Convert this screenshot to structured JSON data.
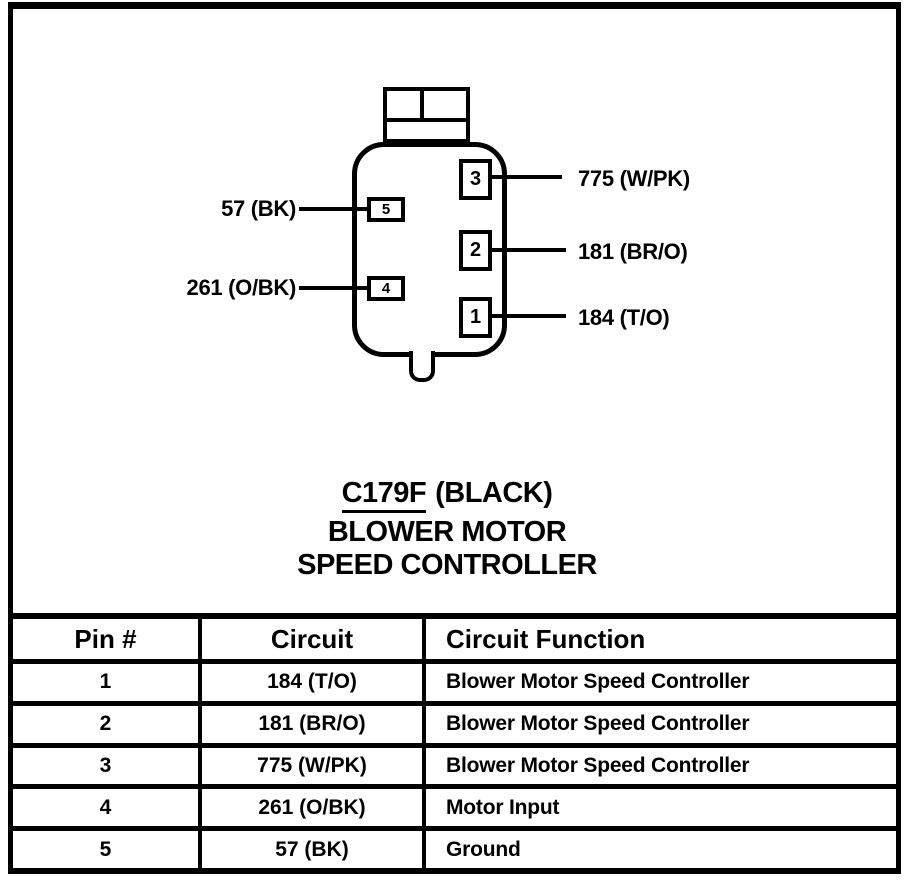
{
  "colors": {
    "ink": "#000000",
    "paper": "#ffffff"
  },
  "diagram": {
    "connector_label": "C179F",
    "connector_color": "(BLACK)",
    "title_line2": "BLOWER MOTOR",
    "title_line3": "SPEED CONTROLLER",
    "pins": {
      "right": [
        {
          "number": "3",
          "wire": "775 (W/PK)"
        },
        {
          "number": "2",
          "wire": "181 (BR/O)"
        },
        {
          "number": "1",
          "wire": "184 (T/O)"
        }
      ],
      "left": [
        {
          "number": "5",
          "wire": "57 (BK)"
        },
        {
          "number": "4",
          "wire": "261 (O/BK)"
        }
      ]
    }
  },
  "table": {
    "headers": [
      "Pin #",
      "Circuit",
      "Circuit Function"
    ],
    "rows": [
      {
        "pin": "1",
        "circuit": "184 (T/O)",
        "function": "Blower Motor Speed Controller"
      },
      {
        "pin": "2",
        "circuit": "181 (BR/O)",
        "function": "Blower Motor Speed Controller"
      },
      {
        "pin": "3",
        "circuit": "775 (W/PK)",
        "function": "Blower Motor Speed Controller"
      },
      {
        "pin": "4",
        "circuit": "261 (O/BK)",
        "function": "Motor Input"
      },
      {
        "pin": "5",
        "circuit": "57 (BK)",
        "function": "Ground"
      }
    ]
  }
}
